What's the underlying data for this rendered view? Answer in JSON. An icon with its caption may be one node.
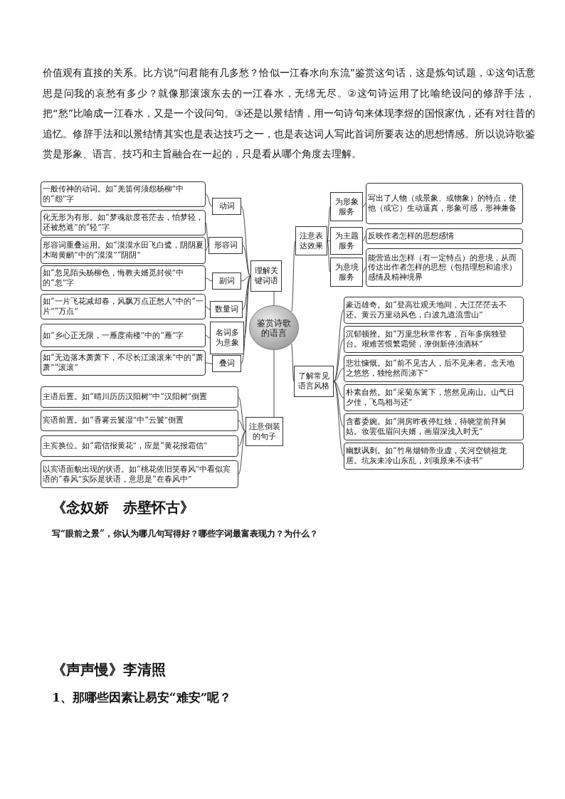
{
  "diagram": {
    "nodes": [
      {
        "text": [
          "鉴赏诗歌的语言"
        ]
      },
      {
        "text": [
          "理解关键词语"
        ]
      },
      {
        "text": [
          "动词"
        ]
      },
      {
        "text": [
          "形容词"
        ]
      },
      {
        "text": [
          "副词"
        ]
      },
      {
        "text": [
          "数量词"
        ]
      },
      {
        "text": [
          "名词多为意象"
        ]
      },
      {
        "text": [
          "叠词"
        ]
      },
      {
        "text": [
          "一般传神的动词。如“羌笛何须怨杨柳”中的“怨”字"
        ]
      },
      {
        "text": [
          "化无形为有形。如“梦魂欲度苍茫去，怕梦轻，还被愁遮”的“轻”字"
        ]
      },
      {
        "text": [
          "形容词重叠运用。如“漠漠水田飞白鹭，阴阴夏木啭黄鹂”中的“漠漠”“阴阴”"
        ]
      },
      {
        "text": [
          "如“忽见陌头杨柳色，悔教夫婿觅封侯”中的“忽”字"
        ]
      },
      {
        "text": [
          "如“一片飞花减却春，风飘万点正愁人”中的“一片”“万点”"
        ]
      },
      {
        "text": [
          "如“乡心正无限，一雁度南楼”中的“雁”字"
        ]
      },
      {
        "text": [
          "如“无边落木萧萧下，不尽长江滚滚来”中的“萧萧”“滚滚”"
        ]
      },
      {
        "text": [
          "注意倒装的句子"
        ]
      },
      {
        "text": [
          "主语后置。如“晴川历历汉阳树”中“汉阳树”倒置"
        ]
      },
      {
        "text": [
          "宾语前置。如“香雾云鬟湿”中“云鬟”倒置"
        ]
      },
      {
        "text": [
          "主宾换位。如“霜信报黄花”，应是“黄花报霜信”"
        ]
      },
      {
        "text": [
          "以宾语面貌出现的状语。如“桃花依旧笑春风”中看似宾语的“春风”实际是状语，意思是“在春风中”"
        ]
      },
      {
        "text": [
          "注意表达效果"
        ]
      },
      {
        "text": [
          "为形象服务"
        ]
      },
      {
        "text": [
          "为主题服务"
        ]
      },
      {
        "text": [
          "为意境服务"
        ]
      },
      {
        "text": [
          "写出了人物（或景象、或物象）的特点，使他（或它）生动逼真，形象可感，形神兼备"
        ]
      },
      {
        "text": [
          "反映作者怎样的思想感情"
        ]
      },
      {
        "text": [
          "能营造出怎样（有一定特点）的意境，从而传达出作者怎样的思想（包括理想和追求）感情及精神境界"
        ]
      },
      {
        "text": [
          "了解常见语言风格"
        ]
      },
      {
        "text": [
          "豪迈雄奇。如“登高壮观天地间，大江茫茫去不还。黄云万里动风色，白波九道流雪山”"
        ]
      },
      {
        "text": [
          "沉郁顿挫。如“万里悲秋常作客，百年多病独登台。艰难苦恨繁霜鬓，潦倒新停浊酒杯”"
        ]
      },
      {
        "text": [
          "悲壮慷慨。如“前不见古人，后不见来者。念天地之悠悠，独怆然而涕下”"
        ]
      },
      {
        "text": [
          "朴素自然。如“采菊东篱下，悠然见南山。山气日夕佳，飞鸟相与还”"
        ]
      },
      {
        "text": [
          "含蓄委婉。如“洞房昨夜停红烛，待晓堂前拜舅姑。妆罢低眉问夫婿，画眉深浅入时无”"
        ]
      },
      {
        "text": [
          "幽默讽刺。如“竹帛烟销帝业虚，关河空锁祖龙居。坑灰未冷山东乱，刘项原来不读书”"
        ]
      }
    ],
    "edges": [
      {
        "from": 0,
        "to": 1,
        "arrow": "none"
      },
      {
        "from": 1,
        "to": 2,
        "arrow": "none"
      },
      {
        "from": 1,
        "to": 3,
        "arrow": "none"
      },
      {
        "from": 1,
        "to": 4,
        "arrow": "none"
      },
      {
        "from": 1,
        "to": 5,
        "arrow": "none"
      },
      {
        "from": 1,
        "to": 6,
        "arrow": "none"
      },
      {
        "from": 1,
        "to": 7,
        "arrow": "none"
      },
      {
        "from": 2,
        "to": 8,
        "arrow": "none"
      },
      {
        "from": 3,
        "to": 9,
        "arrow": "none"
      },
      {
        "from": 3,
        "to": 10,
        "arrow": "none"
      },
      {
        "from": 4,
        "to": 11,
        "arrow": "none"
      },
      {
        "from": 5,
        "to": 12,
        "arrow": "none"
      },
      {
        "from": 6,
        "to": 13,
        "arrow": "none"
      },
      {
        "from": 7,
        "to": 14,
        "arrow": "none"
      },
      {
        "from": 0,
        "to": 15,
        "arrow": "none"
      },
      {
        "from": 15,
        "to": 16,
        "arrow": "none"
      },
      {
        "from": 15,
        "to": 17,
        "arrow": "none"
      },
      {
        "from": 15,
        "to": 18,
        "arrow": "none"
      },
      {
        "from": 15,
        "to": 19,
        "arrow": "none"
      },
      {
        "from": 0,
        "to": 20,
        "arrow": "none"
      },
      {
        "from": 20,
        "to": 21,
        "arrow": "none"
      },
      {
        "from": 20,
        "to": 22,
        "arrow": "none"
      },
      {
        "from": 20,
        "to": 23,
        "arrow": "none"
      },
      {
        "from": 21,
        "to": 24,
        "arrow": "none"
      },
      {
        "from": 22,
        "to": 25,
        "arrow": "none"
      },
      {
        "from": 23,
        "to": 26,
        "arrow": "none"
      },
      {
        "from": 0,
        "to": 27,
        "arrow": "none"
      },
      {
        "from": 27,
        "to": 28,
        "arrow": "none"
      },
      {
        "from": 27,
        "to": 29,
        "arrow": "none"
      },
      {
        "from": 27,
        "to": 30,
        "arrow": "none"
      },
      {
        "from": 27,
        "to": 31,
        "arrow": "none"
      },
      {
        "from": 27,
        "to": 32,
        "arrow": "none"
      },
      {
        "from": 27,
        "to": 33,
        "arrow": "none"
      }
    ],
    "labels": [
      "价值观有直接的关系。比方说“问君能有几多愁？恰似一江春水向东流”鉴赏这句话，这是炼句试题，①这句话意思是问我的哀愁有多少？就像那滚滚东去的一江春水，无绵无尽。②这句诗运用了比喻绝设问的修辞手法，把“愁”比喻成一江春水，又是一个设问句。③还是以景结情，用一句诗句来体现李煜的国恨家仇，还有对往昔的追忆。修辞手法和以景结情其实也是表达技巧之一，也是表达词人写此首词所要表达的思想情感。所以说诗歌鉴赏是形象、语言、技巧和主旨融合在一起的，只是看从哪个角度去理解。",
      "《念奴娇　赤壁怀古》",
      "写“眼前之景”，你认为哪几句写得好？哪些字词最富表现力？为什么？",
      "《声声慢》李清照",
      "1、那哪些因素让易安“难安”呢？"
    ]
  }
}
